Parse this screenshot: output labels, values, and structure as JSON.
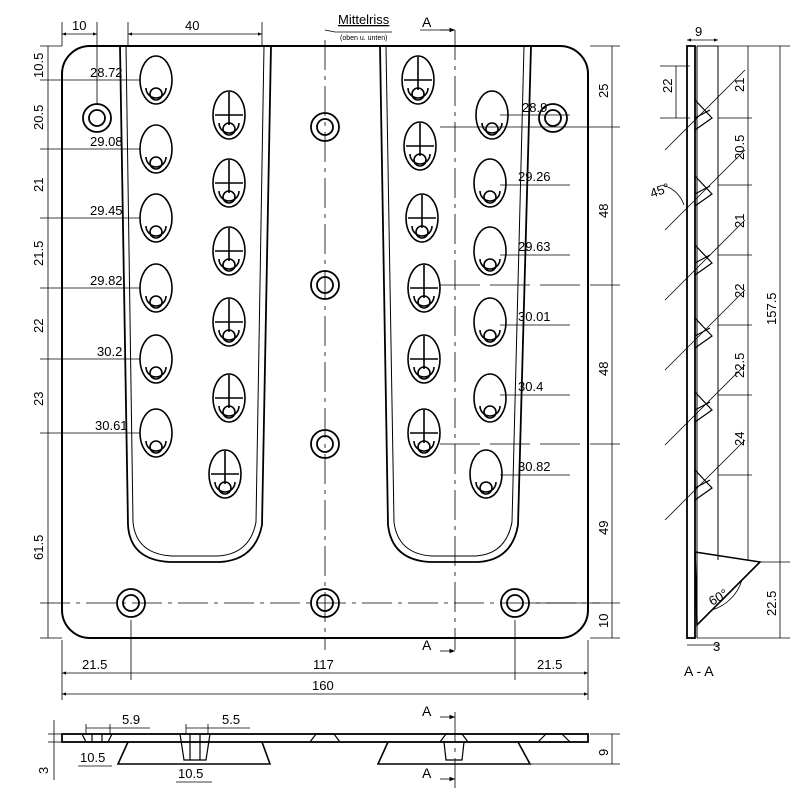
{
  "front_view": {
    "top_dims": {
      "left_edge": "10",
      "slot_width": "40"
    },
    "note": {
      "title": "Mittelriss",
      "subtitle": "(oben u. unten)"
    },
    "section_marker_top": "A",
    "section_marker_bottom": "A",
    "left_vertical_dims": [
      "10.5",
      "20.5",
      "21",
      "21.5",
      "22",
      "23",
      "61.5"
    ],
    "left_hole_dims": [
      "28.72",
      "29.08",
      "29.45",
      "29.82",
      "30.2",
      "30.61"
    ],
    "right_hole_dims": [
      "28.9",
      "29.26",
      "29.63",
      "30.01",
      "30.4",
      "30.82"
    ],
    "right_vertical_dims": [
      "25",
      "48",
      "48",
      "49",
      "10"
    ],
    "bottom_dims": {
      "left": "21.5",
      "middle": "117",
      "right": "21.5",
      "overall": "160"
    }
  },
  "section_view": {
    "top_width": "9",
    "left_dim": "22",
    "angle_top": "45°",
    "angle_bottom": "60°",
    "vertical_dims": [
      "21",
      "20.5",
      "21",
      "22",
      "22.5",
      "24"
    ],
    "overall_height": "157.5",
    "bottom_dim": "22.5",
    "thickness": "3",
    "label": "A - A"
  },
  "bottom_view": {
    "dims": {
      "d1": "5.9",
      "d2": "5.5",
      "w1": "10.5",
      "w2": "10.5",
      "height": "9",
      "thickness": "3"
    },
    "section_marker_top": "A",
    "section_marker_bottom": "A"
  }
}
